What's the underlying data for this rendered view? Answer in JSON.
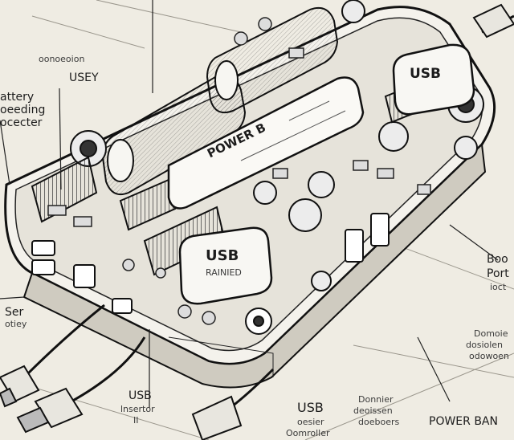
{
  "labels": {
    "usey": "USEY",
    "tl_small": "oonoeoion",
    "battery_1": "attery",
    "battery_2": "oeeding",
    "battery_3": "ocecter",
    "left_ser": "Ser",
    "left_ser2": "otiey",
    "power_chip": "POWER B",
    "usb_top_right": "USB",
    "usb_center": "USB",
    "usb_center_sub": "RAINIED",
    "usb_bottom_1": "USB",
    "usb_bottom_1_sub1": "lnsertor",
    "usb_bottom_1_sub2": "II",
    "usb_bottom_2": "USB",
    "usb_bottom_2_sub1": "oesier",
    "usb_bottom_2_sub2": "Oomroller",
    "domnier_1": "Donnier",
    "domnier_2": "deoissen",
    "domnier_3": "doeboers",
    "power_bank": "POWER BAN",
    "right_1": "Boo",
    "right_2": "Port",
    "right_3": "ioct",
    "right_4": "Domoie",
    "right_5": "dosiolen",
    "right_6": "odowoen"
  }
}
